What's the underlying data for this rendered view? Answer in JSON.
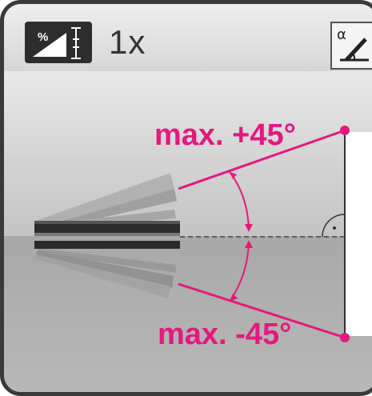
{
  "toolbar": {
    "mode_icon": "percent-slope-icon",
    "zoom_label": "1x",
    "angle_icon": "angle-alpha-icon",
    "angle_icon_symbol": "α"
  },
  "scene": {
    "max_positive_label": "max. +45°",
    "max_negative_label": "max. -45°",
    "right_angle_icon": "right-angle-icon",
    "colors": {
      "accent": "#e6177f",
      "tool_dark": "#2b2b2b",
      "tool_ghost": "#8a8a8a"
    }
  }
}
